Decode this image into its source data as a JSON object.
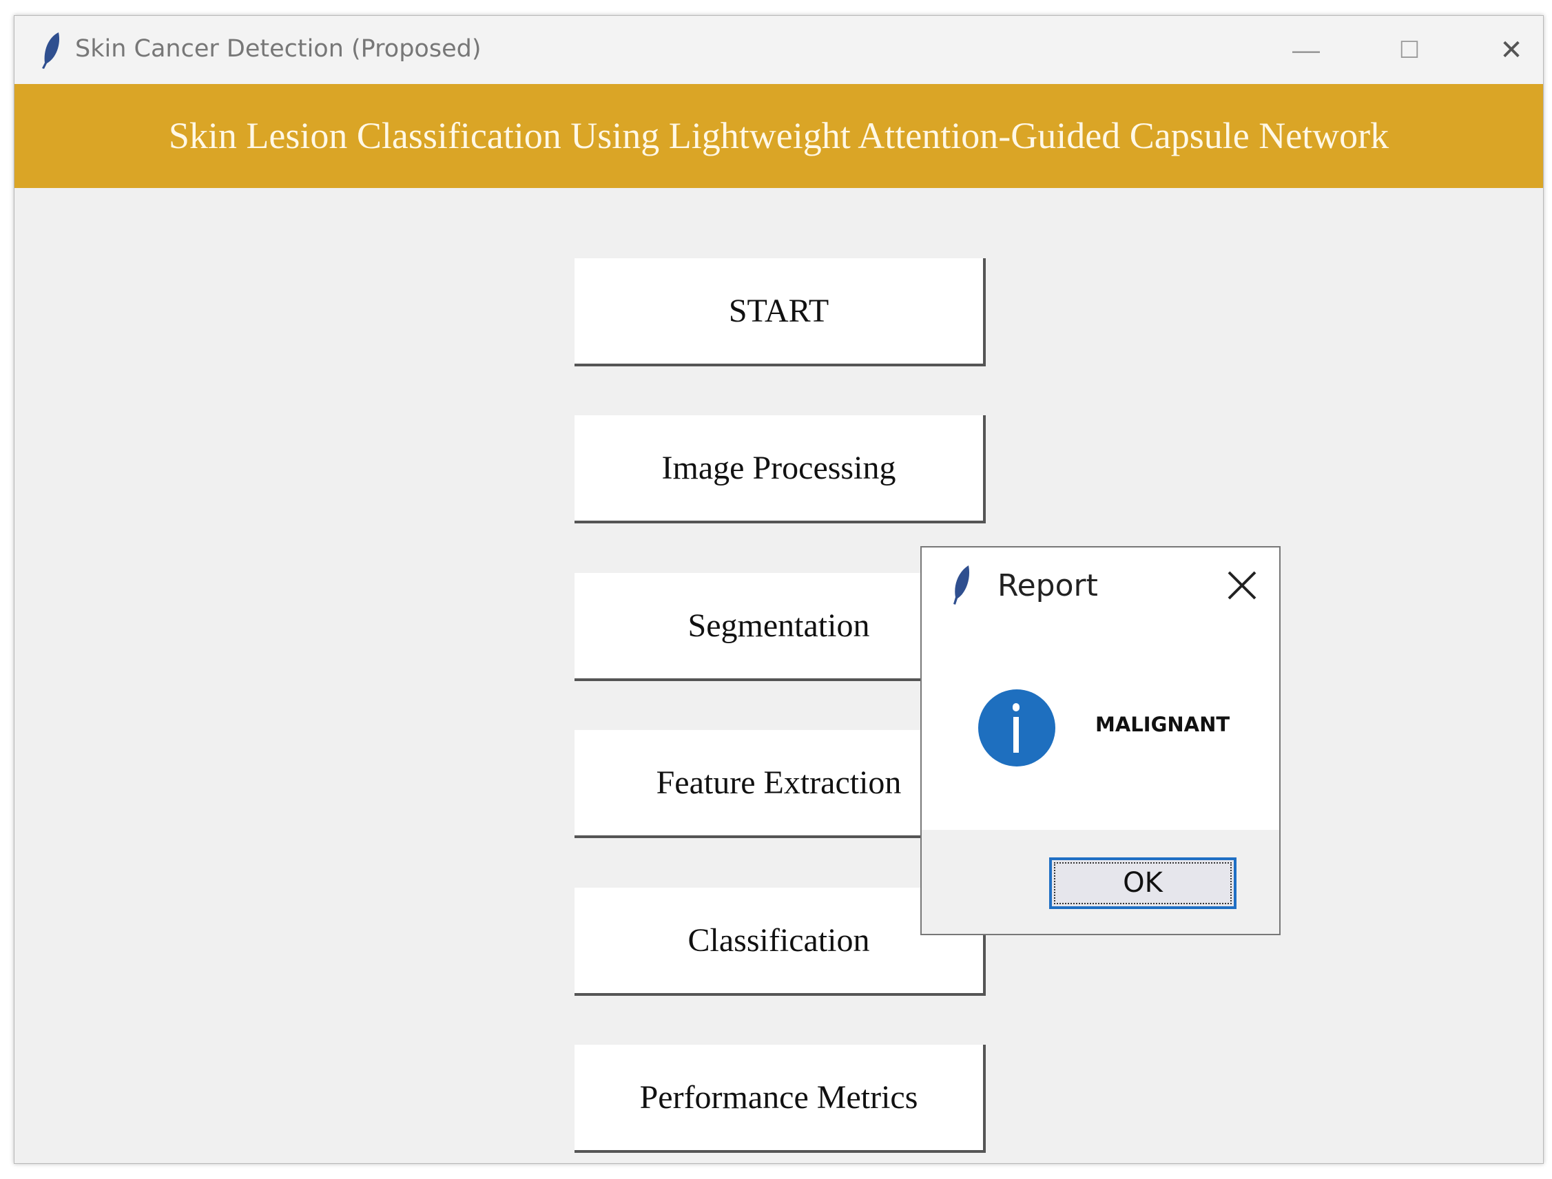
{
  "window": {
    "title": "Skin Cancer Detection (Proposed)",
    "icon": "feather-icon",
    "controls": {
      "minimize": "—",
      "maximize": "☐",
      "close": "✕"
    }
  },
  "banner": {
    "text": "Skin Lesion Classification Using Lightweight Attention-Guided Capsule Network",
    "color": "#daa526"
  },
  "buttons": [
    {
      "label": "START"
    },
    {
      "label": "Image Processing"
    },
    {
      "label": "Segmentation"
    },
    {
      "label": "Feature Extraction"
    },
    {
      "label": "Classification"
    },
    {
      "label": "Performance Metrics"
    }
  ],
  "dialog": {
    "title": "Report",
    "icon": "info-icon",
    "message": "MALIGNANT",
    "ok_label": "OK",
    "accent": "#1f6fc4"
  }
}
